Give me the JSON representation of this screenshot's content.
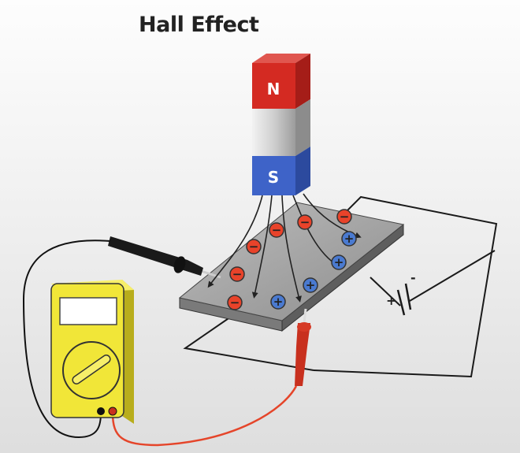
{
  "title": "Hall Effect",
  "magnet": {
    "north_label": "N",
    "south_label": "S"
  },
  "battery": {
    "plus_label": "+",
    "minus_label": "-"
  },
  "charge_labels": {
    "negative": "−",
    "positive": "+"
  },
  "colors": {
    "north": "#d42a22",
    "south": "#3e63c8",
    "negative": "#e8432a",
    "positive": "#4a7ad0",
    "meter": "#f1e638",
    "probe_red": "#c8301e",
    "probe_black": "#1a1a1a"
  }
}
